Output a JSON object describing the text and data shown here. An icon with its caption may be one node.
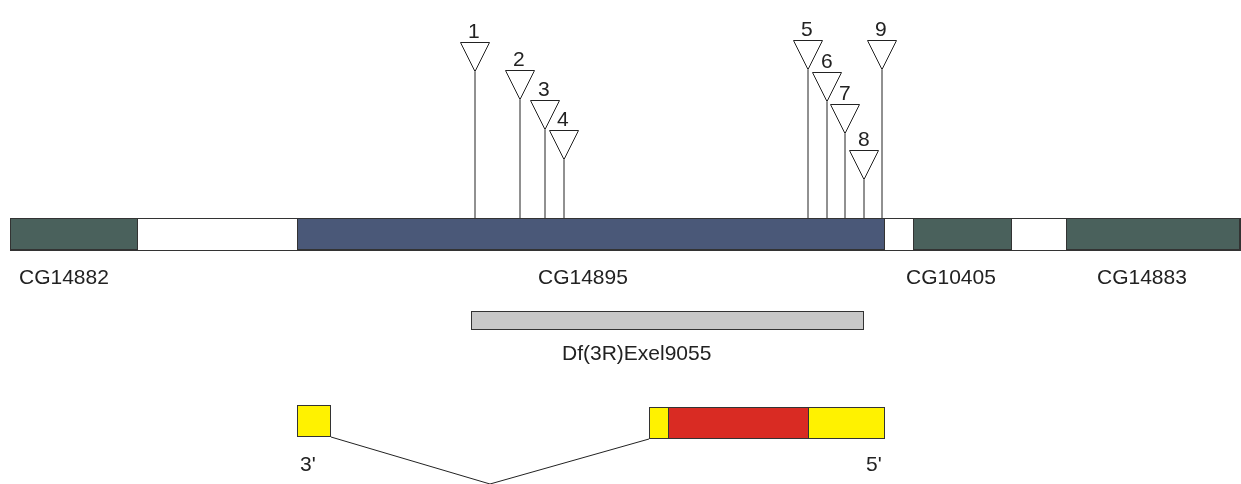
{
  "diagram": {
    "nodes": [
      {
        "text": [
          "CG14882"
        ]
      },
      {
        "text": [
          "CG14895"
        ]
      },
      {
        "text": [
          "CG10405"
        ]
      },
      {
        "text": [
          "CG14883"
        ]
      },
      {
        "text": [
          "Df(3R)Exel9055"
        ]
      },
      {
        "text": [
          "1"
        ]
      },
      {
        "text": [
          "2"
        ]
      },
      {
        "text": [
          "3"
        ]
      },
      {
        "text": [
          "4"
        ]
      },
      {
        "text": [
          "5"
        ]
      },
      {
        "text": [
          "6"
        ]
      },
      {
        "text": [
          "7"
        ]
      },
      {
        "text": [
          "8"
        ]
      },
      {
        "text": [
          "9"
        ]
      },
      {
        "text": [],
        "shape": "box",
        "beside": [
          "3'"
        ]
      },
      {
        "text": [],
        "shape": "box",
        "beside": [
          "5'"
        ]
      }
    ],
    "edges": [
      {
        "from": 5,
        "to": 1,
        "arrow": "none"
      },
      {
        "from": 6,
        "to": 1,
        "arrow": "none"
      },
      {
        "from": 7,
        "to": 1,
        "arrow": "none"
      },
      {
        "from": 8,
        "to": 1,
        "arrow": "none"
      },
      {
        "from": 9,
        "to": 1,
        "arrow": "none"
      },
      {
        "from": 10,
        "to": 1,
        "arrow": "none"
      },
      {
        "from": 11,
        "to": 1,
        "arrow": "none"
      },
      {
        "from": 12,
        "to": 1,
        "arrow": "none"
      },
      {
        "from": 13,
        "to": 1,
        "arrow": "none"
      },
      {
        "from": 14,
        "to": 15,
        "arrow": "none"
      }
    ]
  }
}
